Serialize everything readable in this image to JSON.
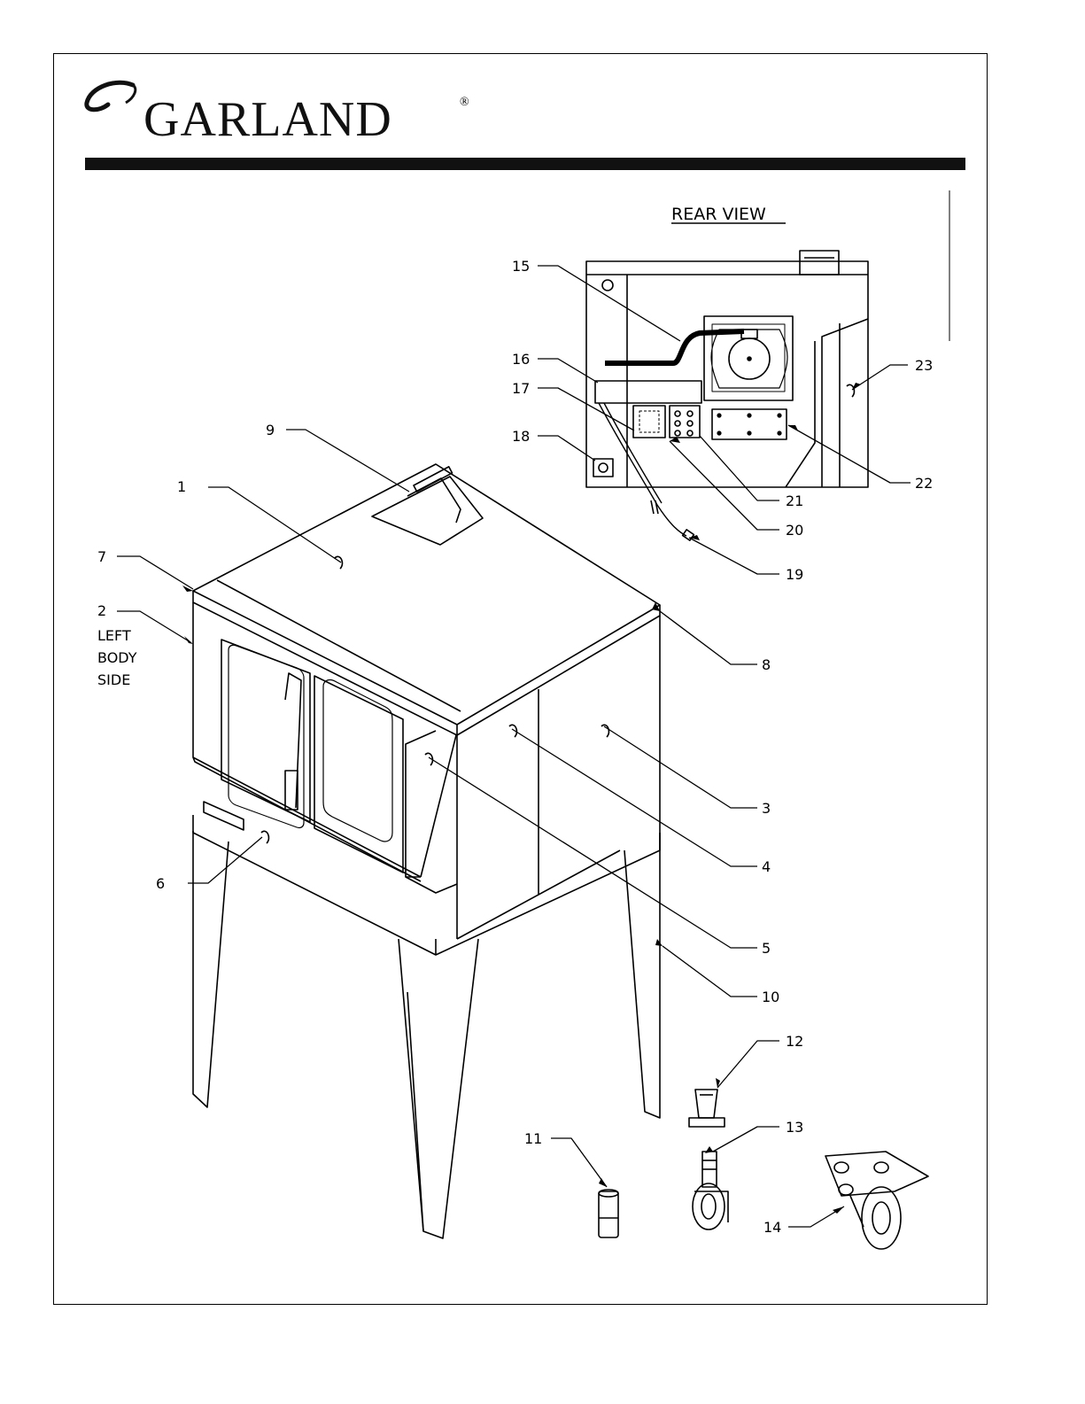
{
  "brand": {
    "name": "GARLAND",
    "registered": "®"
  },
  "drawing": {
    "rear_view_title": "REAR VIEW",
    "side_label": [
      "LEFT",
      "BODY",
      "SIDE"
    ],
    "callouts": {
      "c1": "1",
      "c2": "2",
      "c3": "3",
      "c4": "4",
      "c5": "5",
      "c6": "6",
      "c7": "7",
      "c8": "8",
      "c9": "9",
      "c10": "10",
      "c11": "11",
      "c12": "12",
      "c13": "13",
      "c14": "14",
      "c15": "15",
      "c16": "16",
      "c17": "17",
      "c18": "18",
      "c19": "19",
      "c20": "20",
      "c21": "21",
      "c22": "22",
      "c23": "23"
    }
  }
}
